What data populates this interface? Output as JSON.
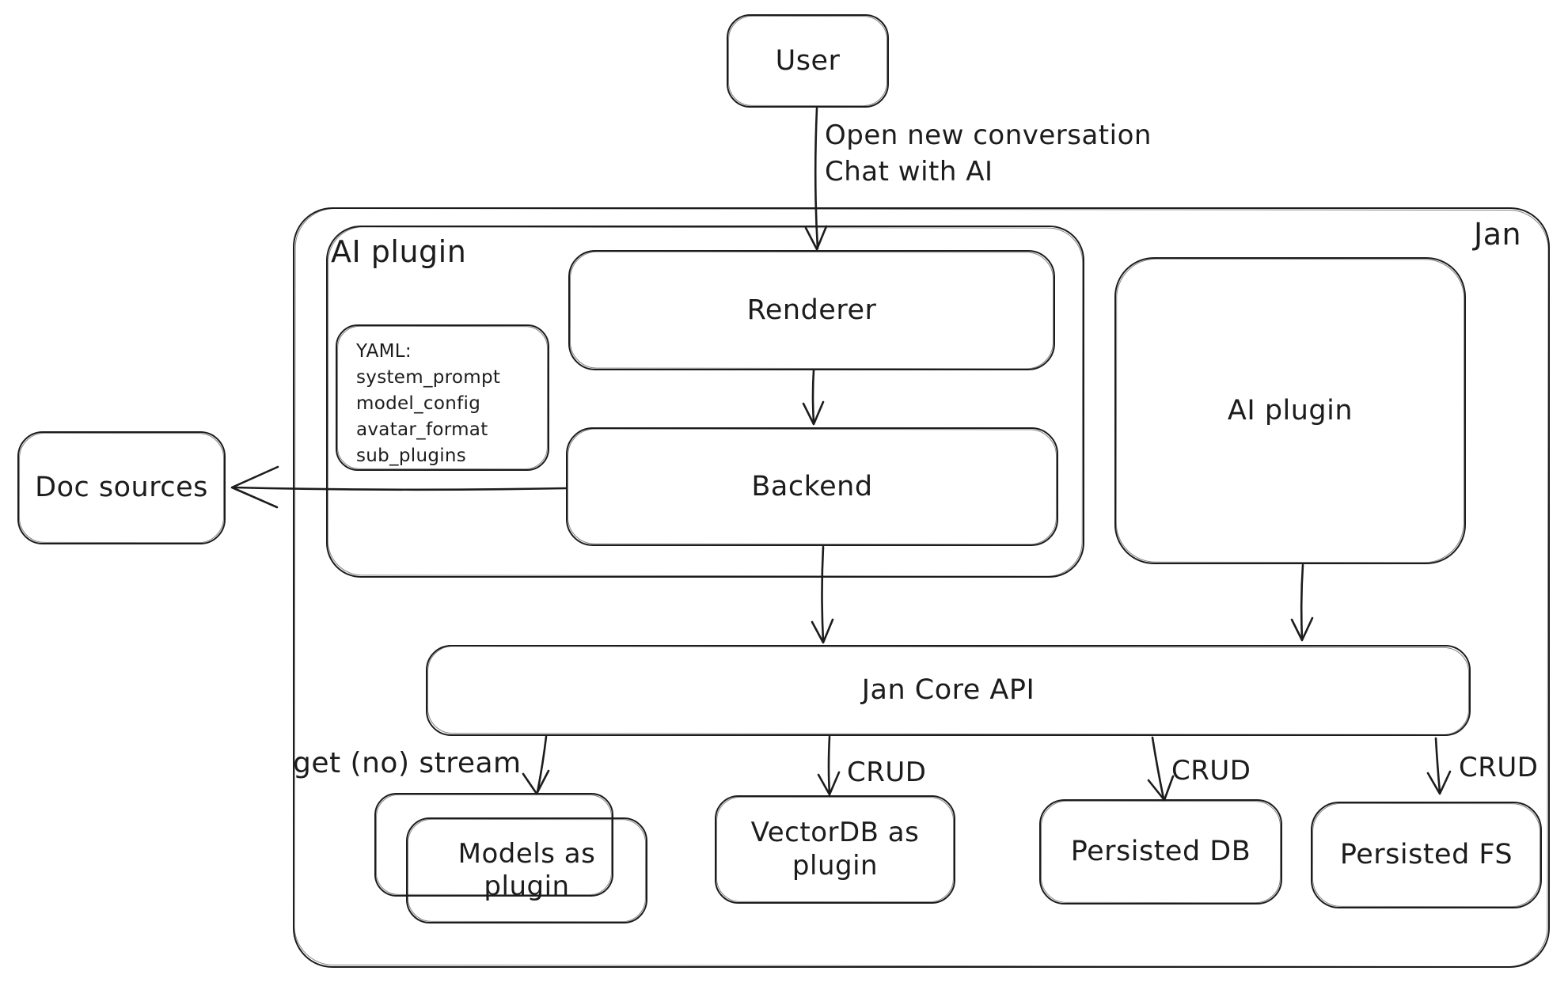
{
  "diagram": {
    "type": "architecture-flowchart",
    "style": "hand-drawn sketch, black strokes on white",
    "colors": {
      "stroke": "#1c1c1c",
      "background": "#ffffff"
    },
    "container_label": "Jan",
    "nodes": {
      "user": {
        "label": "User"
      },
      "jan": {
        "label": "Jan"
      },
      "ai_plugin_group": {
        "label": "AI plugin"
      },
      "renderer": {
        "label": "Renderer"
      },
      "yaml_note": {
        "lines": [
          "YAML:",
          "system_prompt",
          "model_config",
          "avatar_format",
          "sub_plugins"
        ]
      },
      "backend": {
        "label": "Backend"
      },
      "doc_sources": {
        "label": "Doc sources"
      },
      "ai_plugin_right": {
        "label": "AI plugin"
      },
      "jan_core_api": {
        "label": "Jan Core API"
      },
      "models_plugin": {
        "label": "Models as plugin"
      },
      "vectordb_plugin": {
        "label": "VectorDB as plugin"
      },
      "persisted_db": {
        "label": "Persisted DB"
      },
      "persisted_fs": {
        "label": "Persisted FS"
      }
    },
    "edge_labels": {
      "user_to_renderer": [
        "Open new conversation",
        "Chat with AI"
      ],
      "core_to_models": "get (no) stream",
      "core_to_vectordb": "CRUD",
      "core_to_persisted_db": "CRUD",
      "core_to_persisted_fs": "CRUD"
    },
    "edges": [
      {
        "from": "User",
        "to": "Renderer",
        "label": "Open new conversation / Chat with AI"
      },
      {
        "from": "Renderer",
        "to": "Backend",
        "label": ""
      },
      {
        "from": "Backend",
        "to": "Doc sources",
        "label": ""
      },
      {
        "from": "Backend",
        "to": "Jan Core API",
        "label": ""
      },
      {
        "from": "AI plugin",
        "to": "Jan Core API",
        "label": ""
      },
      {
        "from": "Jan Core API",
        "to": "Models as plugin",
        "label": "get (no) stream"
      },
      {
        "from": "Jan Core API",
        "to": "VectorDB as plugin",
        "label": "CRUD"
      },
      {
        "from": "Jan Core API",
        "to": "Persisted DB",
        "label": "CRUD"
      },
      {
        "from": "Jan Core API",
        "to": "Persisted FS",
        "label": "CRUD"
      }
    ]
  }
}
